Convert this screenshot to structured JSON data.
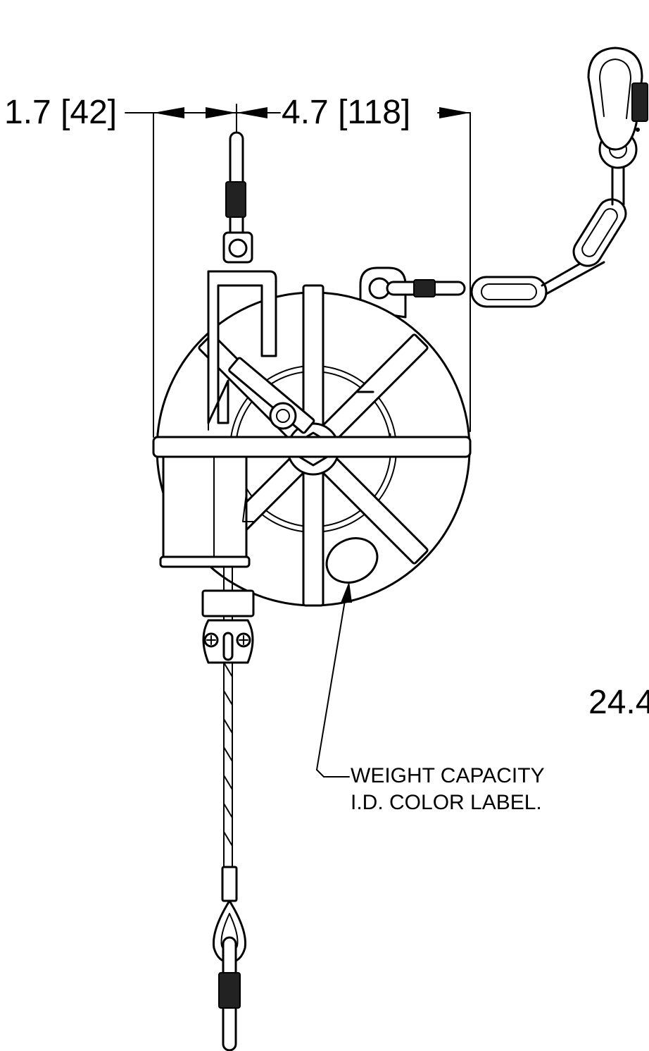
{
  "dimensions": {
    "left_width": "1.7 [42]",
    "right_width": "4.7 [118]",
    "height_partial": "24.4"
  },
  "note": {
    "line1": "WEIGHT CAPACITY",
    "line2": "I.D. COLOR LABEL."
  }
}
